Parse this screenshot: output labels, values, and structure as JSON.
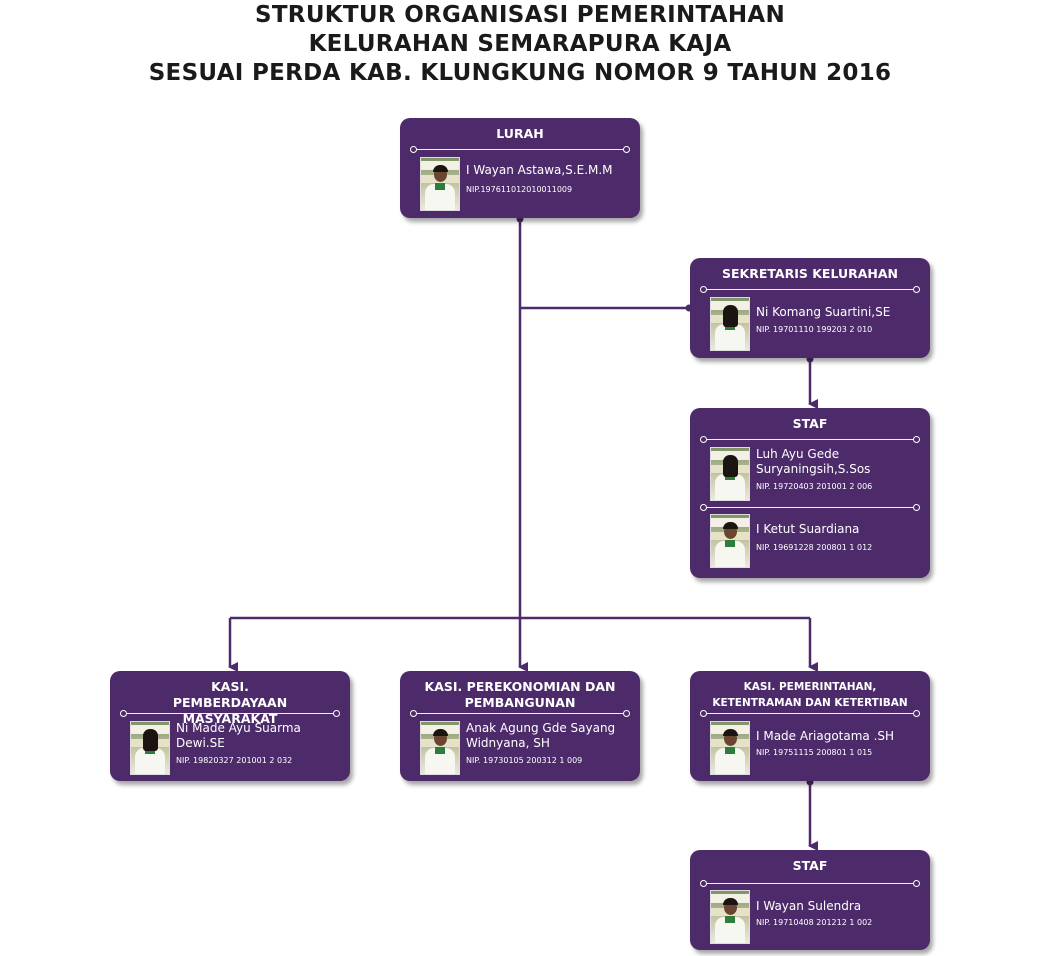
{
  "title": {
    "line1": "STRUKTUR ORGANISASI PEMERINTAHAN",
    "line2": "KELURAHAN SEMARAPURA KAJA",
    "line3": "SESUAI PERDA KAB. KLUNGKUNG NOMOR 9 TAHUN 2016"
  },
  "colors": {
    "box": "#4d2b6b",
    "connector": "#4d2b6b",
    "text": "#ffffff"
  },
  "nodes": {
    "lurah": {
      "title": "LURAH",
      "people": [
        {
          "name": "I Wayan Astawa,S.E.M.M",
          "nip": "NIP.197611012010011009"
        }
      ]
    },
    "sekretaris": {
      "title": "SEKRETARIS KELURAHAN",
      "people": [
        {
          "name": "Ni Komang Suartini,SE",
          "nip": "NIP. 19701110 199203 2 010"
        }
      ]
    },
    "staf_sekretaris": {
      "title": "STAF",
      "people": [
        {
          "name": "Luh Ayu Gede Suryaningsih,S.Sos",
          "nip": "NIP. 19720403 201001 2 006"
        },
        {
          "name": "I Ketut Suardiana",
          "nip": "NIP. 19691228 200801 1 012"
        }
      ]
    },
    "kasi_pemberdayaan": {
      "title": "KASI. PEMBERDAYAAN MASYARAKAT",
      "people": [
        {
          "name": "Ni Made Ayu Suarma Dewi.SE",
          "nip": "NIP. 19820327 201001 2 032"
        }
      ]
    },
    "kasi_perekonomian": {
      "title": "KASI. PEREKONOMIAN DAN PEMBANGUNAN",
      "people": [
        {
          "name": "Anak Agung Gde Sayang Widnyana, SH",
          "nip": "NIP. 19730105 200312 1 009"
        }
      ]
    },
    "kasi_pemerintahan": {
      "title": "KASI. PEMERINTAHAN, KETENTRAMAN DAN KETERTIBAN",
      "people": [
        {
          "name": "I Made Ariagotama .SH",
          "nip": "NIP. 19751115 200801 1 015"
        }
      ]
    },
    "staf_pemerintahan": {
      "title": "STAF",
      "people": [
        {
          "name": "I Wayan Sulendra",
          "nip": "NIP. 19710408 201212 1 002"
        }
      ]
    }
  }
}
